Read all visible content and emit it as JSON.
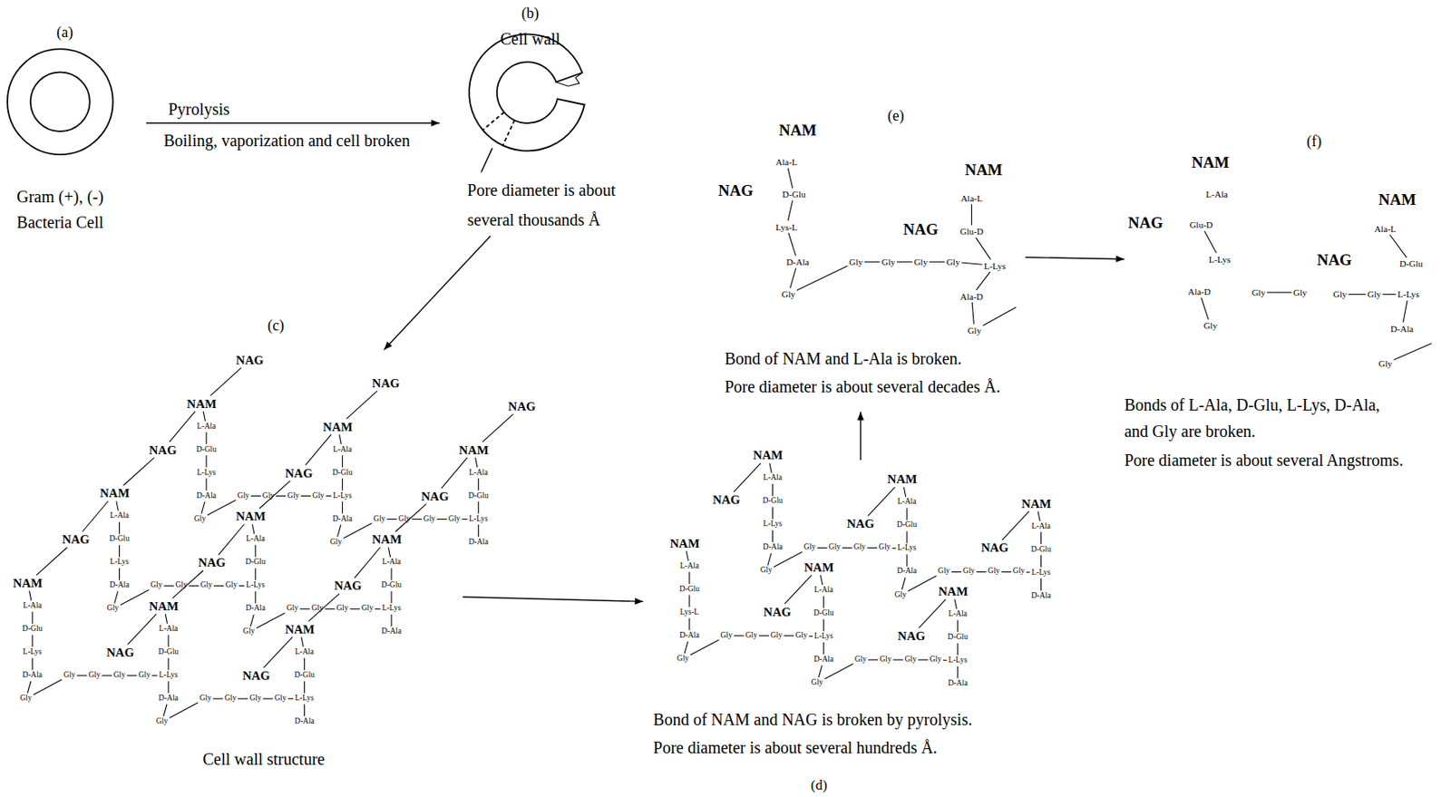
{
  "diagram": {
    "nodes": [
      {
        "text": [
          "(a)",
          "Gram (+), (-)",
          "Bacteria Cell"
        ]
      },
      {
        "text": [
          "(b)",
          "Cell wall",
          "Pore diameter is about",
          "several thousands Å"
        ]
      },
      {
        "text": [
          "(c)",
          "Cell wall structure"
        ]
      },
      {
        "text": [
          "Bond of NAM and NAG is broken by pyrolysis.",
          "Pore diameter is about several hundreds Å.",
          "(d)"
        ]
      },
      {
        "text": [
          "(e)",
          "Bond of NAM and L-Ala is broken.",
          "Pore diameter is about several decades Å."
        ]
      },
      {
        "text": [
          "(f)",
          "Bonds of L-Ala, D-Glu, L-Lys, D-Ala,",
          "and Gly are broken.",
          "Pore diameter is about several Angstroms."
        ]
      }
    ],
    "edges": [
      {
        "from": 0,
        "to": 1,
        "arrow": "to",
        "label": "Pyrolysis"
      },
      {
        "from": 1,
        "to": 2,
        "arrow": "to"
      },
      {
        "from": 2,
        "to": 3,
        "arrow": "to"
      },
      {
        "from": 3,
        "to": 4,
        "arrow": "to"
      },
      {
        "from": 4,
        "to": 5,
        "arrow": "to"
      }
    ],
    "labels": [
      "Boiling, vaporization and cell broken",
      "NAM",
      "NAG",
      "L-Ala",
      "D-Glu",
      "L-Lys",
      "D-Ala",
      "Gly",
      "Gly",
      "Gly",
      "Gly",
      "Gly",
      "NAM",
      "NAG",
      "L-Ala",
      "D-Glu",
      "L-Lys",
      "D-Ala",
      "Gly",
      "Gly",
      "Gly",
      "Gly",
      "Gly",
      "NAM",
      "NAG",
      "L-Ala",
      "D-Glu",
      "L-Lys",
      "D-Ala",
      "Gly",
      "Gly",
      "Gly",
      "Gly",
      "Gly",
      "NAM",
      "NAG",
      "L-Ala",
      "D-Glu",
      "L-Lys",
      "D-Ala",
      "Gly",
      "Gly",
      "Gly",
      "Gly",
      "Gly",
      "NAG",
      "NAM",
      "NAG",
      "L-Ala",
      "D-Glu",
      "L-Lys",
      "D-Ala",
      "Gly",
      "Gly",
      "Gly",
      "Gly",
      "Gly",
      "NAM",
      "NAG",
      "L-Ala",
      "D-Glu",
      "L-Lys",
      "D-Ala",
      "Gly",
      "Gly",
      "Gly",
      "Gly",
      "Gly",
      "NAM",
      "NAG",
      "L-Ala",
      "D-Glu",
      "L-Lys",
      "D-Ala",
      "NAG",
      "NAM",
      "NAG",
      "L-Ala",
      "D-Glu",
      "L-Lys",
      "D-Ala",
      "NAM",
      "NAG",
      "L-Ala",
      "D-Glu",
      "L-Lys",
      "D-Ala",
      "NAM",
      "NAG",
      "L-Ala",
      "D-Glu",
      "L-Lys",
      "D-Ala",
      "Gly",
      "Gly",
      "Gly",
      "Gly",
      "Gly",
      "NAM",
      "NAG",
      "L-Ala",
      "D-Glu",
      "L-Lys",
      "D-Ala",
      "Gly",
      "Gly",
      "Gly",
      "Gly",
      "Gly",
      "NAM",
      "NAG",
      "L-Ala",
      "D-Glu",
      "L-Lys",
      "D-Ala",
      "NAM",
      "L-Ala",
      "D-Glu",
      "Lys-L",
      "D-Ala",
      "Gly",
      "Gly",
      "Gly",
      "Gly",
      "Gly",
      "NAM",
      "NAG",
      "L-Ala",
      "D-Glu",
      "L-Lys",
      "D-Ala",
      "Gly",
      "Gly",
      "Gly",
      "Gly",
      "Gly",
      "NAM",
      "NAG",
      "L-Ala",
      "D-Glu",
      "L-Lys",
      "D-Ala",
      "NAM",
      "NAG",
      "Ala-L",
      "D-Glu",
      "Lys-L",
      "D-Ala",
      "Gly",
      "Gly",
      "Gly",
      "Gly",
      "Gly",
      "NAM",
      "NAG",
      "Ala-L",
      "Glu-D",
      "L-Lys",
      "Ala-D",
      "Gly",
      "NAM",
      "NAG",
      "L-Ala",
      "Glu-D",
      "L-Lys",
      "Ala-D",
      "Gly",
      "Gly",
      "Gly",
      "NAM",
      "NAG",
      "Ala-L",
      "D-Glu",
      "Gly",
      "Gly",
      "L-Lys",
      "D-Ala",
      "Gly"
    ]
  }
}
